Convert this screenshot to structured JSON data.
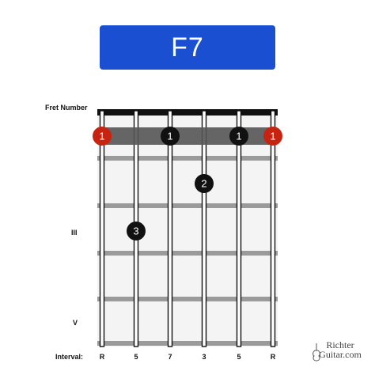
{
  "title": "F7",
  "fret_number_label": "Fret Number",
  "interval_label": "Interval:",
  "fret_markers": [
    {
      "fret": 3,
      "label": "III"
    },
    {
      "fret": 5,
      "label": "V"
    }
  ],
  "intervals": [
    "R",
    "5",
    "7",
    "3",
    "5",
    "R"
  ],
  "barre": {
    "fret": 1,
    "from_string": 1,
    "to_string": 6
  },
  "notes": [
    {
      "string": 1,
      "fret": 1,
      "finger": "1",
      "root": true
    },
    {
      "string": 2,
      "fret": 3,
      "finger": "3",
      "root": false
    },
    {
      "string": 3,
      "fret": 1,
      "finger": "1",
      "root": false
    },
    {
      "string": 4,
      "fret": 2,
      "finger": "2",
      "root": false
    },
    {
      "string": 5,
      "fret": 1,
      "finger": "1",
      "root": false
    },
    {
      "string": 6,
      "fret": 1,
      "finger": "1",
      "root": true
    }
  ],
  "colors": {
    "title_bg": "#1a4fd1",
    "root_dot": "#c62410",
    "finger_dot": "#111111",
    "barre": "#555555"
  },
  "brand": {
    "line1": "Richter",
    "line2": "Guitar.com"
  }
}
